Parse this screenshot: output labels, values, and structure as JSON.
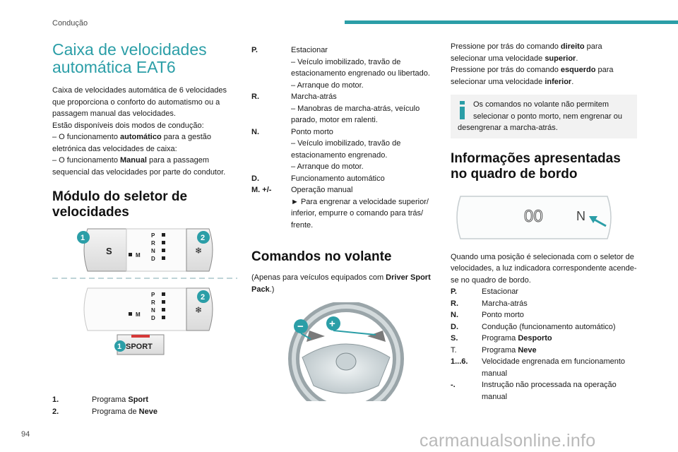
{
  "header": {
    "section": "Condução",
    "accent_color": "#2b9ea7"
  },
  "page_number": "94",
  "watermark": "carmanualsonline.info",
  "col1": {
    "title": "Caixa de velocidades automática EAT6",
    "intro": [
      "Caixa de velocidades automática de 6 velocidades que proporciona o conforto do automatismo ou a passagem manual das velocidades.",
      "Estão disponíveis dois modos de condução:"
    ],
    "mode_auto": {
      "prefix": "–  O funcionamento ",
      "bold": "automático",
      "suffix": " para a gestão eletrónica das velocidades de caixa:"
    },
    "mode_manual": {
      "prefix": "–  O funcionamento ",
      "bold": "Manual",
      "suffix": " para a passagem sequencial das velocidades por parte do condutor."
    },
    "selector_title": "Módulo do seletor de velocidades",
    "illustration": {
      "button_s": "S",
      "sport_label": "SPORT",
      "gears": [
        "P",
        "R",
        "N",
        "D"
      ],
      "manual_gate": "M",
      "callout_1": "1",
      "callout_2": "2"
    },
    "legend": [
      {
        "key": "1.",
        "text": "Programa ",
        "bold": "Sport"
      },
      {
        "key": "2.",
        "text": "Programa de ",
        "bold": "Neve"
      }
    ]
  },
  "col2": {
    "positions": [
      {
        "key": "P.",
        "lines": [
          "Estacionar",
          "–  Veículo imobilizado, travão de estacionamento engrenado ou libertado.",
          "–  Arranque do motor."
        ]
      },
      {
        "key": "R.",
        "lines": [
          "Marcha-atrás",
          "–  Manobras de marcha-atrás, veículo parado, motor em ralenti."
        ]
      },
      {
        "key": "N.",
        "lines": [
          "Ponto morto",
          "–  Veículo imobilizado, travão de estacionamento engrenado.",
          "–  Arranque do motor."
        ]
      },
      {
        "key": "D.",
        "lines": [
          "Funcionamento automático"
        ]
      },
      {
        "key": "M. +/-",
        "lines": [
          "Operação manual",
          "►  Para engrenar a velocidade superior/ inferior, empurre o comando para trás/ frente."
        ]
      }
    ],
    "wheel_title": "Comandos no volante",
    "wheel_note": {
      "prefix": "(Apenas para veículos equipados com ",
      "bold": "Driver Sport Pack",
      "suffix": ".)"
    },
    "wheel_illus": {
      "minus": "−",
      "plus": "+"
    }
  },
  "col3": {
    "right_paddle": {
      "a": "Pressione por trás do comando ",
      "b": "direito",
      "c": " para selecionar uma velocidade ",
      "d": "superior",
      "e": "."
    },
    "left_paddle": {
      "a": "Pressione por trás do comando ",
      "b": "esquerdo",
      "c": " para selecionar uma velocidade ",
      "d": "inferior",
      "e": "."
    },
    "info": "Os comandos no volante não permitem selecionar o ponto morto, nem engrenar ou desengrenar a marcha-atrás.",
    "display_title": "Informações apresentadas no quadro de bordo",
    "display": {
      "digits": "00",
      "letter": "N"
    },
    "display_text": "Quando uma posição é selecionada com o seletor de velocidades, a luz indicadora correspondente acende-se no quadro de bordo.",
    "items": [
      {
        "key": "P.",
        "text": "Estacionar"
      },
      {
        "key": "R.",
        "text": "Marcha-atrás"
      },
      {
        "key": "N.",
        "text": "Ponto morto"
      },
      {
        "key": "D.",
        "text": "Condução (funcionamento automático)"
      },
      {
        "key": "S.",
        "text": "Programa ",
        "bold": "Desporto"
      },
      {
        "key": "T.",
        "text": "Programa ",
        "bold": "Neve"
      },
      {
        "key": "1...6.",
        "text": "Velocidade engrenada em funcionamento manual"
      },
      {
        "key": "-.",
        "text": "Instrução não processada na operação manual"
      }
    ]
  }
}
